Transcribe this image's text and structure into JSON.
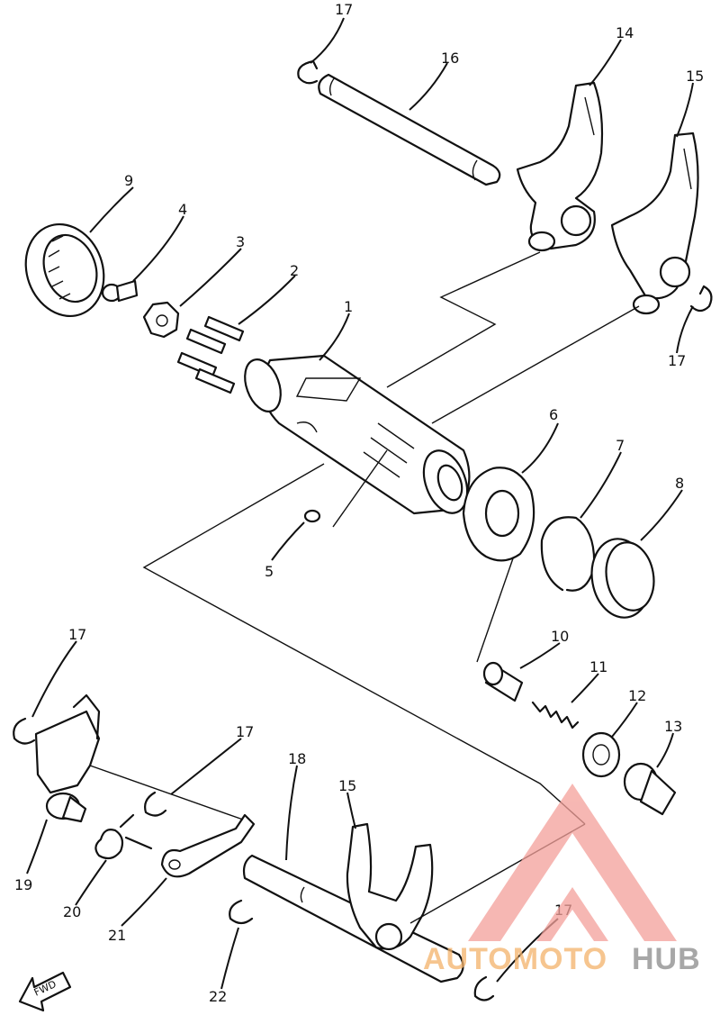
{
  "callouts": {
    "n1": "1",
    "n2": "2",
    "n3": "3",
    "n4": "4",
    "n5": "5",
    "n6": "6",
    "n7": "7",
    "n8": "8",
    "n9": "9",
    "n10": "10",
    "n11": "11",
    "n12": "12",
    "n13": "13",
    "n14": "14",
    "n15a": "15",
    "n15b": "15",
    "n16": "16",
    "n17a": "17",
    "n17b": "17",
    "n17c": "17",
    "n17d": "17",
    "n17e": "17",
    "n18": "18",
    "n19": "19",
    "n20": "20",
    "n21": "21",
    "n22": "22"
  },
  "fwd_arrow": {
    "label": "FWD"
  },
  "watermark": {
    "brand_part1": "AUTOMOTO",
    "brand_part2": "HUB",
    "logo": "triangle-a-logo",
    "colors": {
      "logo": "#f4a09a",
      "auto_moto": "#f3b26a",
      "hub": "#8a8a8a"
    }
  }
}
